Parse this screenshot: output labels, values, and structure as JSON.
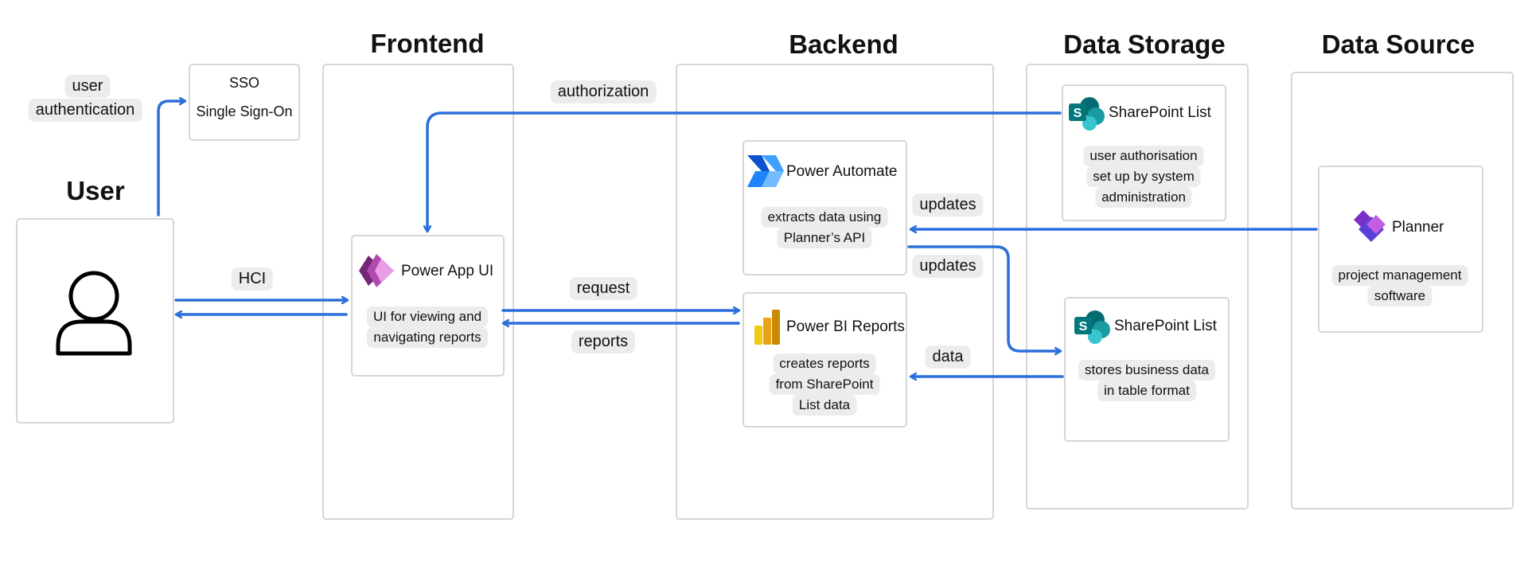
{
  "headings": {
    "frontend": "Frontend",
    "backend": "Backend",
    "data_storage": "Data Storage",
    "data_source": "Data Source",
    "user": "User"
  },
  "user_auth_label": [
    "user",
    "authentication"
  ],
  "sso": {
    "line1": "SSO",
    "line2": "Single Sign-On"
  },
  "power_app": {
    "title": "Power App UI",
    "desc": [
      "UI for viewing and",
      "navigating  reports"
    ],
    "icon": "power-apps-icon"
  },
  "power_automate": {
    "title": "Power Automate",
    "desc": [
      "extracts data using",
      "Planner’s API"
    ],
    "icon": "power-automate-icon"
  },
  "power_bi": {
    "title": "Power BI Reports",
    "desc": [
      "creates reports",
      "from SharePoint",
      "List data"
    ],
    "icon": "power-bi-icon"
  },
  "sharepoint_auth": {
    "title": "SharePoint List",
    "desc": [
      "user authorisation",
      "set up by system",
      "administration"
    ],
    "icon": "sharepoint-icon"
  },
  "sharepoint_data": {
    "title": "SharePoint List",
    "desc": [
      "stores business data",
      "in table format"
    ],
    "icon": "sharepoint-icon"
  },
  "planner": {
    "title": "Planner",
    "desc": [
      "project management",
      "software"
    ],
    "icon": "planner-icon"
  },
  "edges": {
    "authorization": "authorization",
    "hci": "HCI",
    "request": "request",
    "reports": "reports",
    "updates_in": "updates",
    "updates_out": "updates",
    "data": "data"
  },
  "colors": {
    "arrow": "#2a6fdb",
    "border": "#d6d6d6",
    "chip": "#ececec"
  }
}
